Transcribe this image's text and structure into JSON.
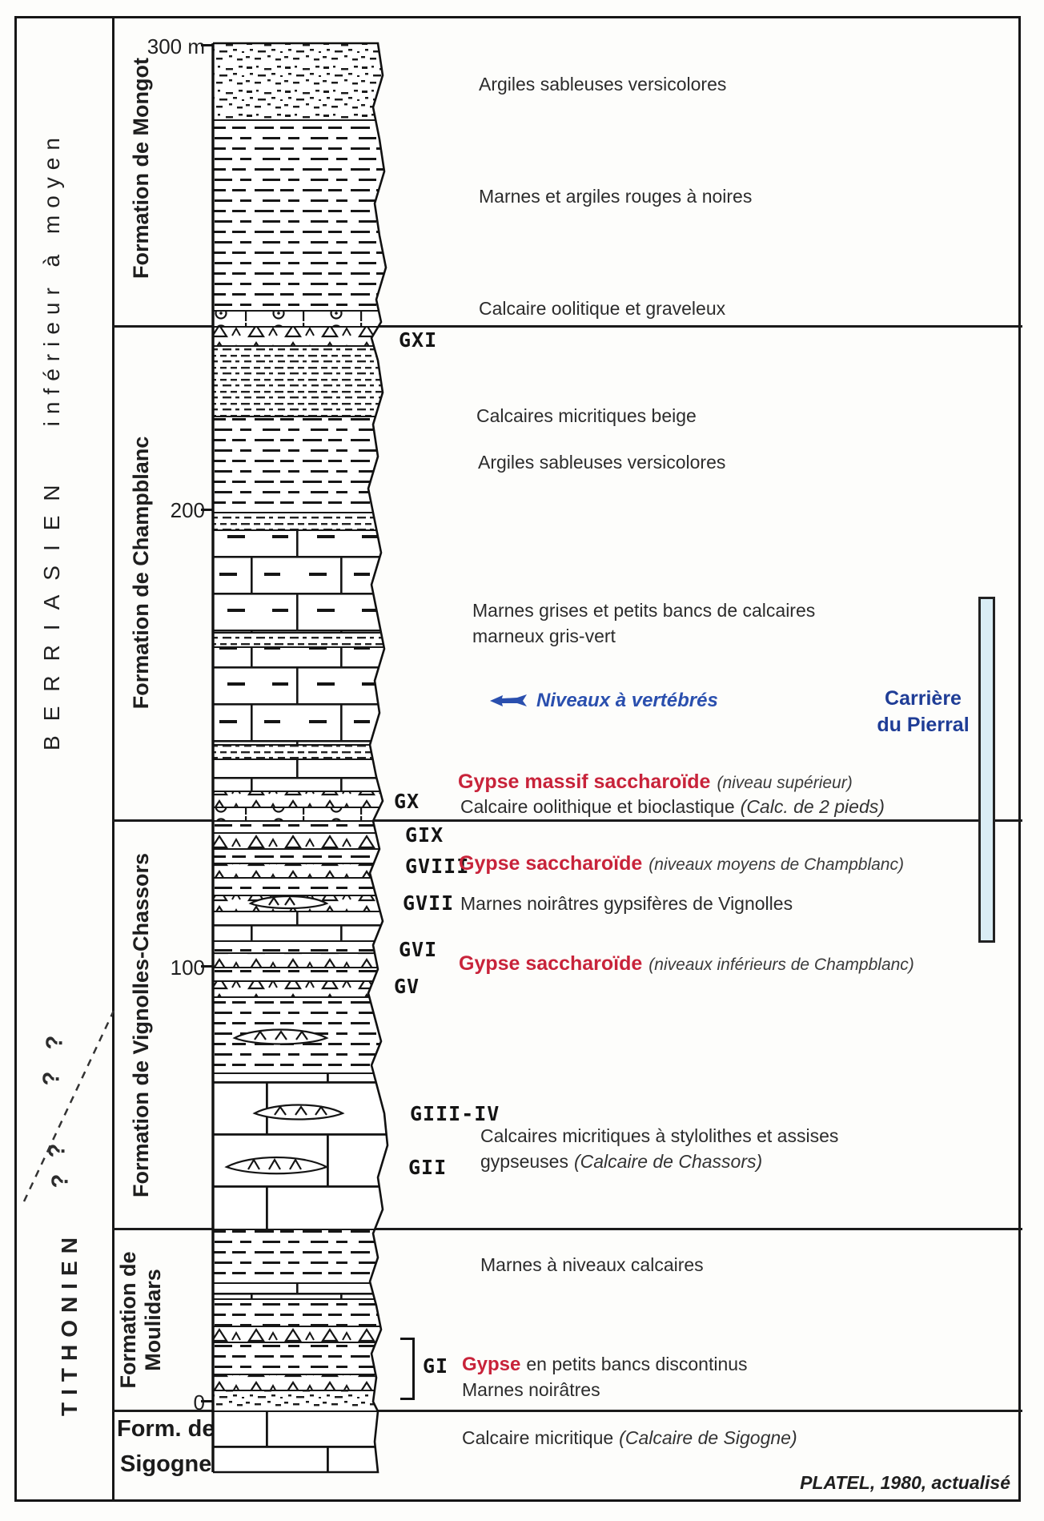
{
  "stage_column": {
    "berriasien": "BERRIASIEN",
    "berriasien_qualifier": "inférieur à moyen",
    "tithonien": "TITHONIEN",
    "uncertainty_marks": [
      "?",
      "?",
      "?",
      "?"
    ]
  },
  "scale": {
    "tick_300": "300 m",
    "tick_200": "200",
    "tick_100": "100",
    "tick_0": "0"
  },
  "formations": {
    "mongot": "Formation de Mongot",
    "champblanc": "Formation  de  Champblanc",
    "vignolles_chassors": "Formation de Vignolles-Chassors",
    "moulidars_line1": "Formation de",
    "moulidars_line2": "Moulidars",
    "sigogne_line1": "Form.  de",
    "sigogne_line2": "Sigogne"
  },
  "gypsum_markers": {
    "gxi": "GXI",
    "gx": "GX",
    "gix": "GIX",
    "gviii": "GVIII",
    "gvii": "GVII",
    "gvi": "GVI",
    "gv": "GV",
    "giii_iv": "GIII-IV",
    "gii": "GII",
    "gi": "GI"
  },
  "descriptions": {
    "argiles_sableuses_top": "Argiles sableuses versicolores",
    "marnes_argiles_rouges": "Marnes et argiles rouges à noires",
    "calcaire_oolitique_graveleux": "Calcaire oolitique et graveleux",
    "calcaires_micritiques_beige": "Calcaires micritiques beige",
    "argiles_sableuses_mid": "Argiles sableuses versicolores",
    "marnes_grises_line1": "Marnes grises et petits bancs de calcaires",
    "marnes_grises_line2": "marneux gris-vert",
    "niveaux_vertebres": "Niveaux à vertébrés",
    "gypse_massif": "Gypse massif saccharoïde",
    "gypse_massif_note": "(niveau supérieur)",
    "calcaire_oolithique_bioclastique": "Calcaire oolithique et bioclastique",
    "calcaire_oolithique_note": "(Calc. de 2 pieds)",
    "gypse_moyen": "Gypse saccharoïde",
    "gypse_moyen_note": "(niveaux moyens de Champblanc)",
    "marnes_vignolles": "Marnes noirâtres gypsifères de Vignolles",
    "gypse_inferieur": "Gypse saccharoïde",
    "gypse_inferieur_note": "(niveaux inférieurs de Champblanc)",
    "chassors_line1": "Calcaires micritiques à stylolithes et assises",
    "chassors_line2": "gypseuses",
    "chassors_note": "(Calcaire de Chassors)",
    "marnes_niveaux_calcaires": "Marnes à niveaux calcaires",
    "gypse_gi": "Gypse",
    "gypse_gi_rest": "en petits bancs discontinus",
    "marnes_noiratres": "Marnes noirâtres",
    "calcaire_micritique": "Calcaire micritique",
    "calcaire_micritique_note": "(Calcaire de Sigogne)"
  },
  "quarry": {
    "line1": "Carrière",
    "line2": "du Pierral"
  },
  "credit": "PLATEL, 1980, actualisé",
  "colors": {
    "red": "#c8233a",
    "blue": "#1f3d96",
    "fish_blue": "#2a4fae",
    "bar_fill": "#d9edf5",
    "ink": "#1b1b1b"
  }
}
